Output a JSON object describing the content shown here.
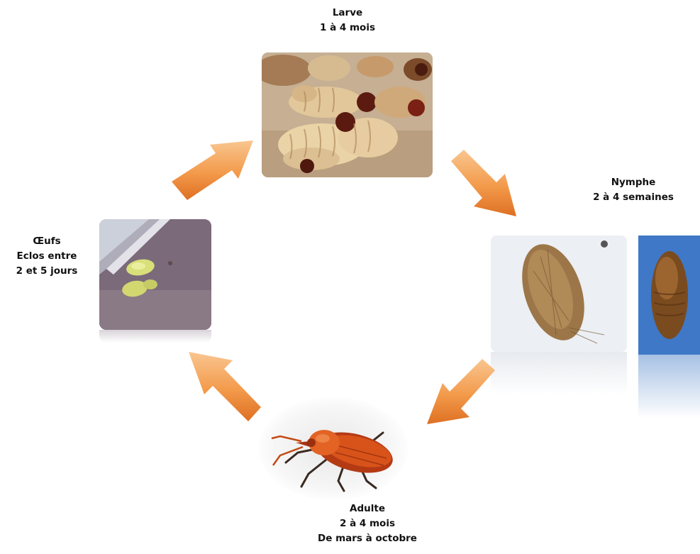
{
  "stages": {
    "larve": {
      "name": "Larve",
      "lines": [
        "1 à 4 mois"
      ]
    },
    "nymphe": {
      "name": "Nymphe",
      "lines": [
        "2 à 4 semaines"
      ]
    },
    "adulte": {
      "name": "Adulte",
      "lines": [
        "2 à 4 mois",
        "De mars à octobre"
      ]
    },
    "oeufs": {
      "name": "Œufs",
      "lines": [
        "Eclos entre",
        "2 et 5 jours"
      ]
    }
  },
  "colors": {
    "arrow_light": "#f8c089",
    "arrow_dark": "#e07324",
    "beetle_orange": "#d8531a",
    "larva_cream": "#e9d2a3",
    "larva_head": "#6a1e12",
    "cocoon_brown": "#9a7447",
    "pupa_bg_blue": "#3f78c6"
  },
  "icons": [
    "larva-photo",
    "cocoon-photo",
    "pupa-photo",
    "beetle-photo",
    "eggs-photo",
    "cycle-arrow"
  ]
}
